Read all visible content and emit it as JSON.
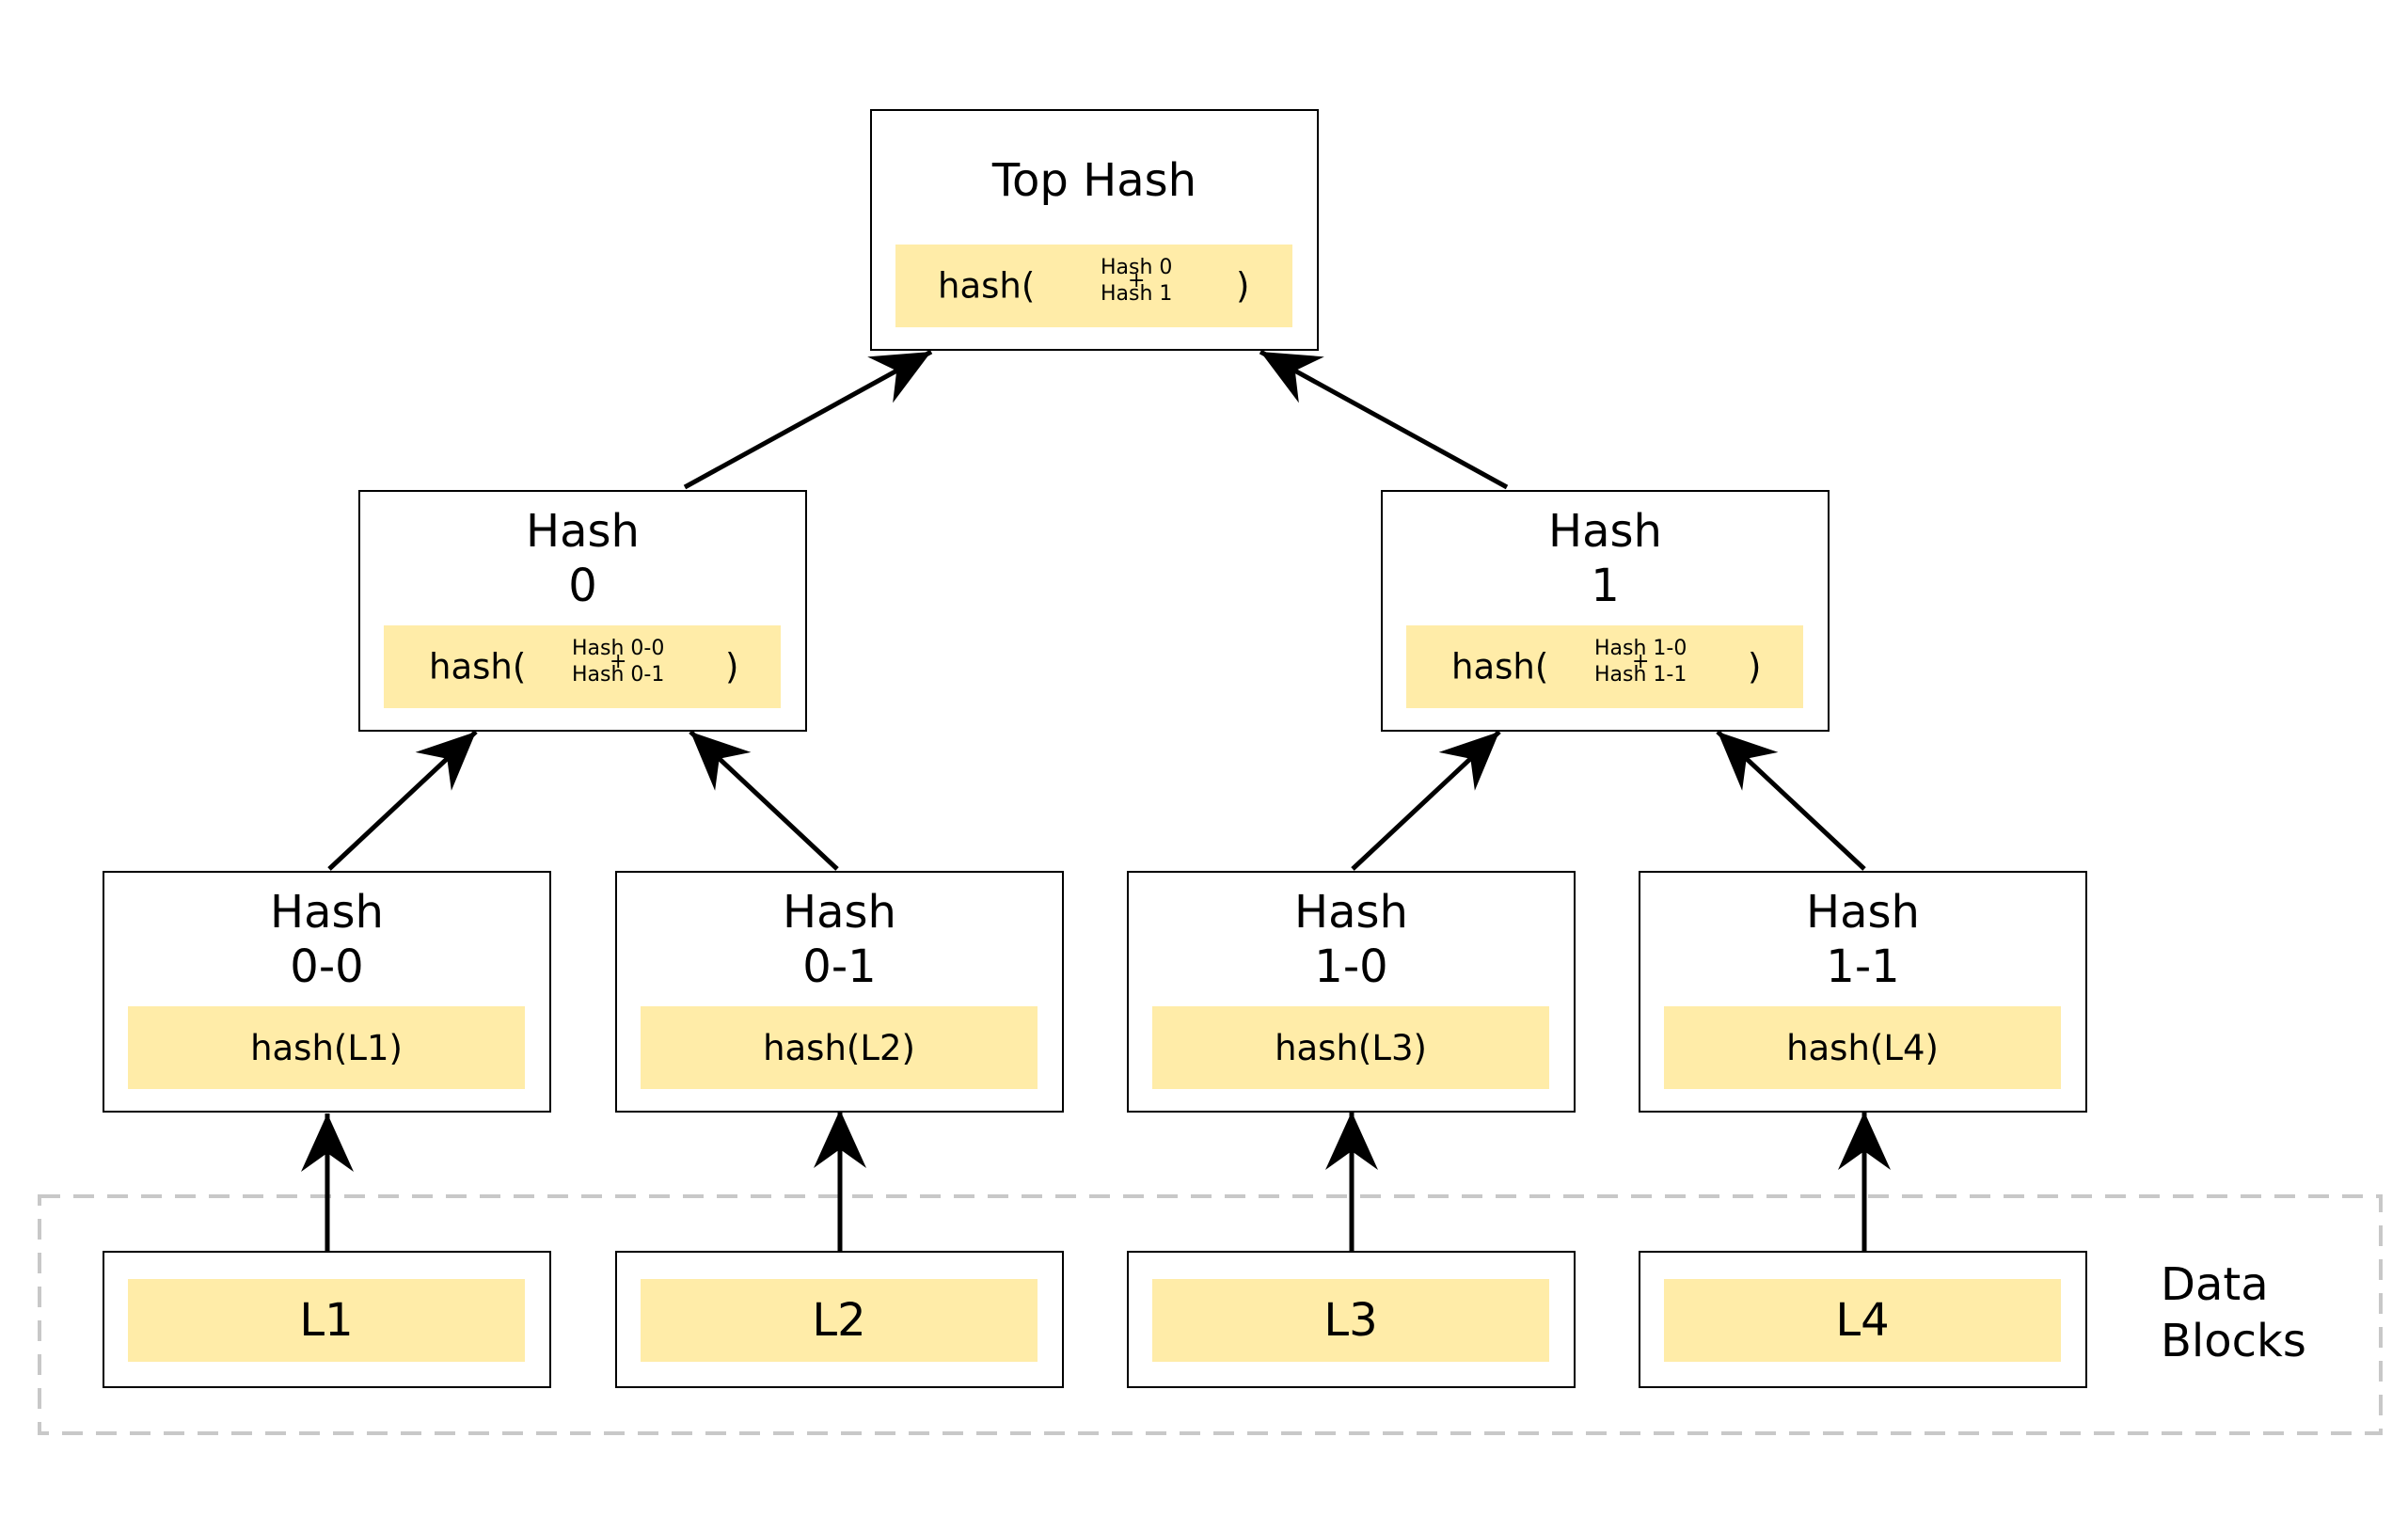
{
  "top": {
    "title": "Top Hash",
    "prefix": "hash(",
    "operand_a": "Hash 0",
    "plus": "+",
    "operand_b": "Hash 1",
    "suffix": ")"
  },
  "mid": [
    {
      "title_line1": "Hash",
      "title_line2": "0",
      "prefix": "hash(",
      "operand_a": "Hash 0-0",
      "plus": "+",
      "operand_b": "Hash 0-1",
      "suffix": ")"
    },
    {
      "title_line1": "Hash",
      "title_line2": "1",
      "prefix": "hash(",
      "operand_a": "Hash 1-0",
      "plus": "+",
      "operand_b": "Hash 1-1",
      "suffix": ")"
    }
  ],
  "leaves": [
    {
      "title_line1": "Hash",
      "title_line2": "0-0",
      "formula": "hash(L1)"
    },
    {
      "title_line1": "Hash",
      "title_line2": "0-1",
      "formula": "hash(L2)"
    },
    {
      "title_line1": "Hash",
      "title_line2": "1-0",
      "formula": "hash(L3)"
    },
    {
      "title_line1": "Hash",
      "title_line2": "1-1",
      "formula": "hash(L4)"
    }
  ],
  "blocks": [
    {
      "label": "L1"
    },
    {
      "label": "L2"
    },
    {
      "label": "L3"
    },
    {
      "label": "L4"
    }
  ],
  "data_blocks_label": {
    "line1": "Data",
    "line2": "Blocks"
  },
  "colors": {
    "fill": "#ffeca8",
    "stroke": "#000000",
    "group_border": "#c8c8c8"
  }
}
